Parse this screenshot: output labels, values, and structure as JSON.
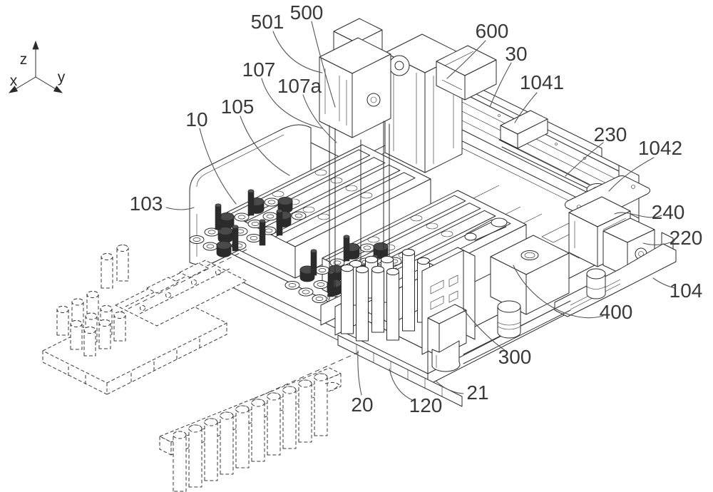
{
  "figure": {
    "kind": "patent-style isometric technical drawing of an automated sample-processing machine",
    "axis_indicator": {
      "x": "x",
      "y": "y",
      "z": "z"
    },
    "labels": [
      {
        "id": "500",
        "text": "500"
      },
      {
        "id": "501",
        "text": "501"
      },
      {
        "id": "107",
        "text": "107"
      },
      {
        "id": "107a",
        "text": "107a"
      },
      {
        "id": "105",
        "text": "105"
      },
      {
        "id": "10",
        "text": "10"
      },
      {
        "id": "103",
        "text": "103"
      },
      {
        "id": "600",
        "text": "600"
      },
      {
        "id": "30",
        "text": "30"
      },
      {
        "id": "1041",
        "text": "1041"
      },
      {
        "id": "230",
        "text": "230"
      },
      {
        "id": "1042",
        "text": "1042"
      },
      {
        "id": "240",
        "text": "240"
      },
      {
        "id": "220",
        "text": "220"
      },
      {
        "id": "104",
        "text": "104"
      },
      {
        "id": "400",
        "text": "400"
      },
      {
        "id": "300",
        "text": "300"
      },
      {
        "id": "21",
        "text": "21"
      },
      {
        "id": "120",
        "text": "120"
      },
      {
        "id": "20",
        "text": "20"
      }
    ],
    "colors": {
      "line": "#2b2b2b",
      "label": "#3a3a3a",
      "background": "#ffffff"
    }
  }
}
